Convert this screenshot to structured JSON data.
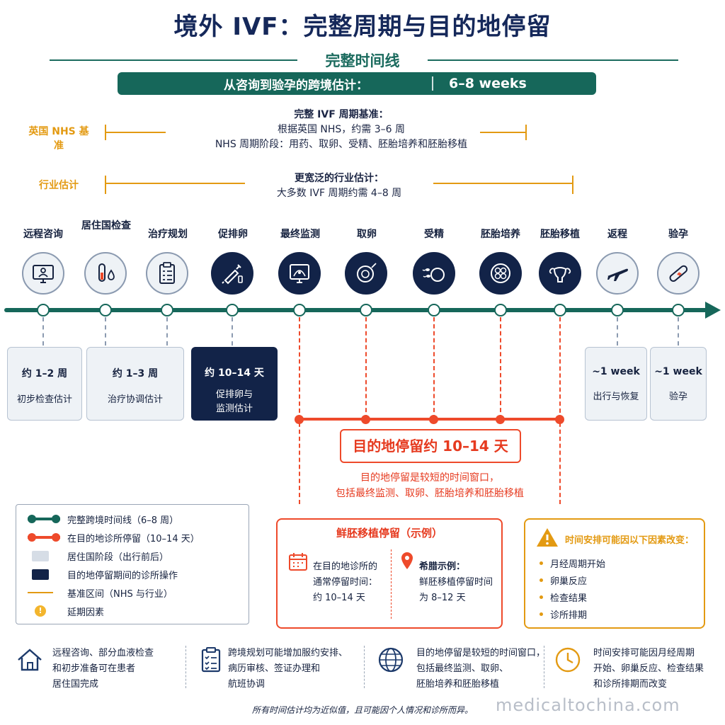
{
  "title": "境外 IVF：完整周期与目的地停留",
  "subtitle": "完整时间线",
  "banner": {
    "label": "从咨询到验孕的跨境估计：",
    "value": "6–8 weeks"
  },
  "references": {
    "nhs": {
      "label": "英国 NHS 基准",
      "heading": "完整 IVF 周期基准：",
      "line1": "根据英国 NHS，约需 3–6 周",
      "line2": "NHS 周期阶段：用药、取卵、受精、胚胎培养和胚胎移植"
    },
    "industry": {
      "label": "行业估计",
      "heading": "更宽泛的行业估计：",
      "line1": "大多数 IVF 周期约需 4–8 周"
    }
  },
  "stages": [
    {
      "label": "远程咨询",
      "icon": "monitor-doctor-icon"
    },
    {
      "label": "居住国检查",
      "icon": "test-tube-icon"
    },
    {
      "label": "治疗规划",
      "icon": "clipboard-icon"
    },
    {
      "label": "促排卵",
      "icon": "syringe-icon"
    },
    {
      "label": "最终监测",
      "icon": "ultrasound-icon"
    },
    {
      "label": "取卵",
      "icon": "egg-icon"
    },
    {
      "label": "受精",
      "icon": "sperm-icon"
    },
    {
      "label": "胚胎培养",
      "icon": "embryo-icon"
    },
    {
      "label": "胚胎移植",
      "icon": "uterus-icon"
    },
    {
      "label": "返程",
      "icon": "airplane-icon"
    },
    {
      "label": "验孕",
      "icon": "pregnancy-test-icon"
    }
  ],
  "estimates": [
    {
      "duration": "约 1–2 周",
      "desc": "初步检查估计"
    },
    {
      "duration": "约 1–3 周",
      "desc": "治疗协调估计"
    },
    {
      "duration": "约 10–14 天",
      "desc": "促排卵与\n监测估计"
    },
    {
      "duration": "~1 week",
      "desc": "出行与恢复"
    },
    {
      "duration": "~1 week",
      "desc": "验孕"
    }
  ],
  "stay": {
    "title": "目的地停留约 10–14 天",
    "line1": "目的地停留是较短的时间窗口，",
    "line2": "包括最终监测、取卵、胚胎培养和胚胎移植"
  },
  "legend": [
    "完整跨境时间线（6–8 周）",
    "在目的地诊所停留（10–14 天）",
    "居住国阶段（出行前后）",
    "目的地停留期间的诊所操作",
    "基准区间（NHS 与行业）",
    "延期因素"
  ],
  "fresh": {
    "title": "鲜胚移植停留（示例）",
    "left": [
      "在目的地诊所的",
      "通常停留时间：",
      "约 10–14 天"
    ],
    "right": [
      "希腊示例：",
      "鲜胚移植停留时间",
      "为 8–12 天"
    ]
  },
  "factors": {
    "title": "时间安排可能因以下因素改变：",
    "items": [
      "月经周期开始",
      "卵巢反应",
      "检查结果",
      "诊所排期"
    ]
  },
  "notes": [
    {
      "icon": "house-icon",
      "lines": [
        "远程咨询、部分血液检查",
        "和初步准备可在患者",
        "居住国完成"
      ]
    },
    {
      "icon": "checklist-icon",
      "lines": [
        "跨境规划可能增加服约安排、",
        "病历审核、签证办理和",
        "航班协调"
      ]
    },
    {
      "icon": "globe-icon",
      "lines": [
        "目的地停留是较短的时间窗口，",
        "包括最终监测、取卵、",
        "胚胎培养和胚胎移植"
      ]
    },
    {
      "icon": "clock-icon",
      "lines": [
        "时间安排可能因月经周期",
        "开始、卵巢反应、检查结果",
        "和诊所排期而改变"
      ]
    }
  ],
  "footer": "所有时间估计均为近似值，且可能因个人情况和诊所而异。",
  "watermark": "medicaltochina.com",
  "colors": {
    "teal": "#16675a",
    "navy": "#122348",
    "red": "#ee4a2b",
    "orange": "#e39a12"
  }
}
